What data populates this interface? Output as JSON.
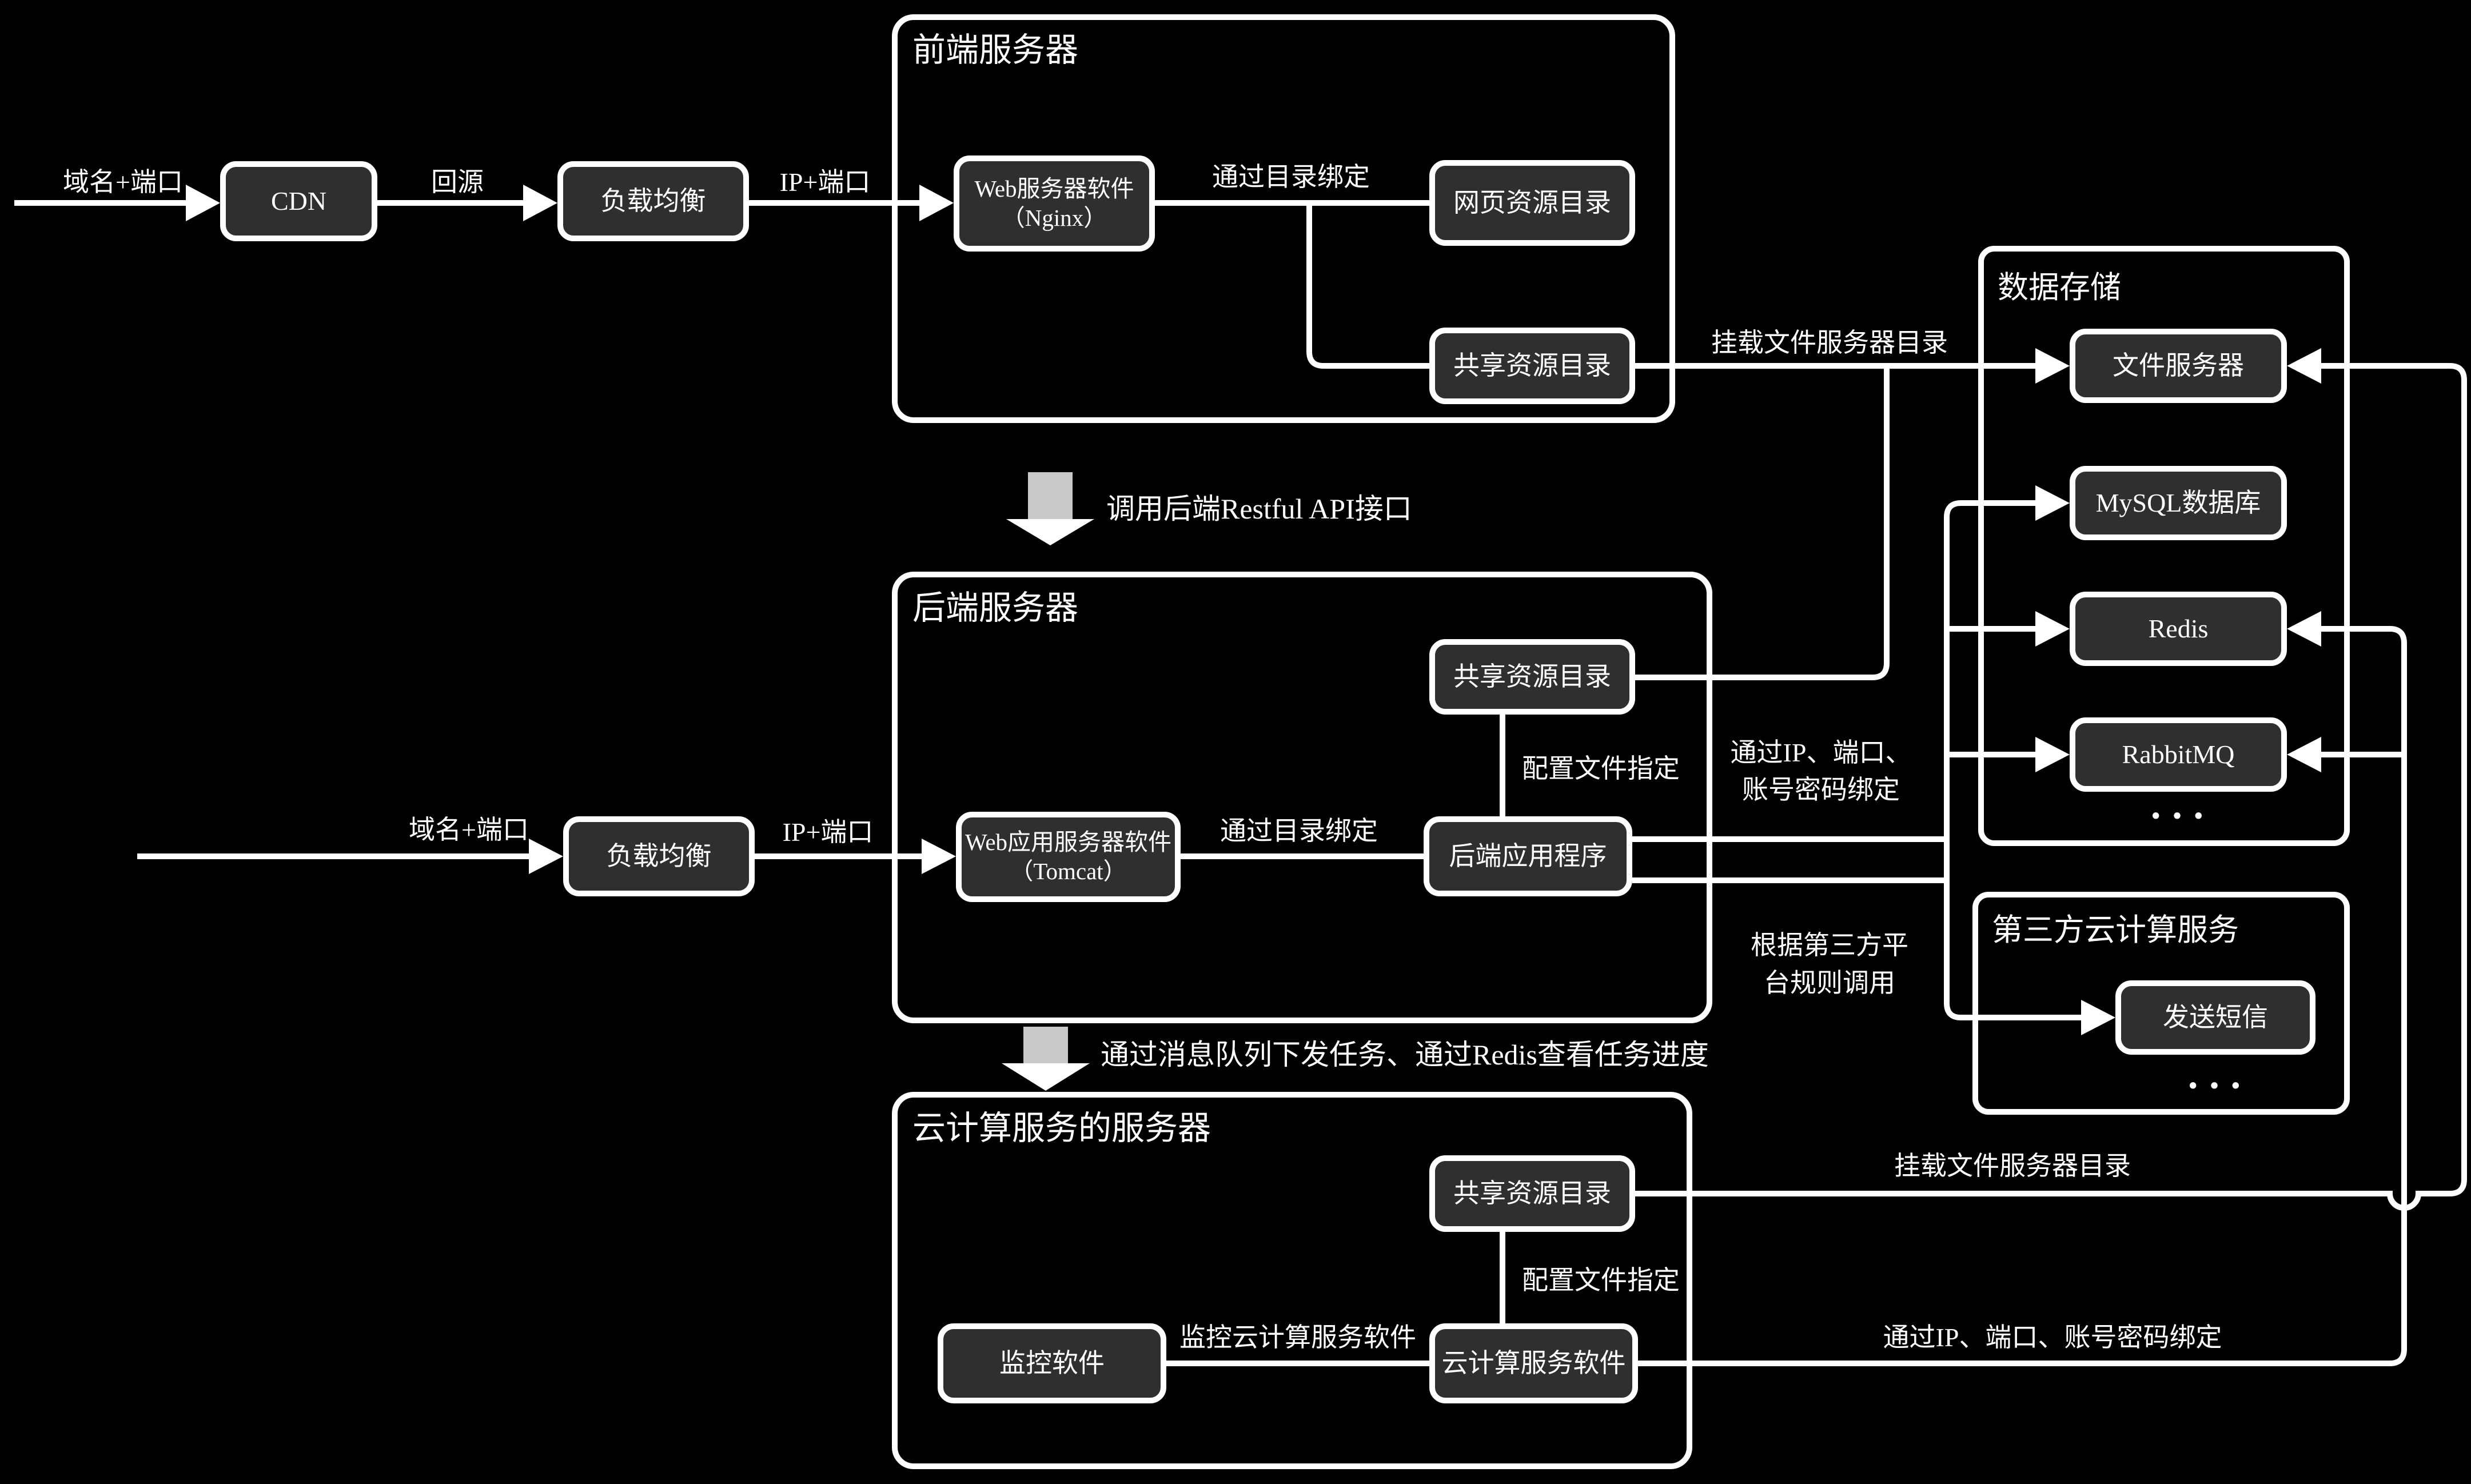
{
  "colors": {
    "background": "#000000",
    "line": "#ffffff",
    "node_fill": "#2f2f2f",
    "node_border": "#ffffff",
    "text": "#ffffff",
    "block_arrow_gray": "#c9c9c9"
  },
  "flow_top": {
    "domain_port": "域名+端口",
    "cdn": "CDN",
    "back_to_origin": "回源",
    "load_balancer": "负载均衡",
    "ip_port": "IP+端口"
  },
  "frontend": {
    "title": "前端服务器",
    "web_server_line1": "Web服务器软件",
    "web_server_line2": "（Nginx）",
    "bind_label": "通过目录绑定",
    "web_resource_dir": "网页资源目录",
    "shared_resource_dir": "共享资源目录"
  },
  "mount_label_top": "挂载文件服务器目录",
  "arrow_call_api": "调用后端Restful API接口",
  "flow_backend": {
    "domain_port": "域名+端口",
    "load_balancer": "负载均衡",
    "ip_port": "IP+端口"
  },
  "backend": {
    "title": "后端服务器",
    "shared_resource_dir": "共享资源目录",
    "config_label": "配置文件指定",
    "app_server_line1": "Web应用服务器软件",
    "app_server_line2": "（Tomcat）",
    "bind_label": "通过目录绑定",
    "app": "后端应用程序",
    "bind_ip_line1": "通过IP、端口、",
    "bind_ip_line2": "账号密码绑定",
    "rule_line1": "根据第三方平",
    "rule_line2": "台规则调用"
  },
  "datastore": {
    "title": "数据存储",
    "file_server": "文件服务器",
    "mysql": "MySQL数据库",
    "redis": "Redis",
    "rabbitmq": "RabbitMQ",
    "ellipsis": "···"
  },
  "third_party": {
    "title": "第三方云计算服务",
    "send_sms": "发送短信",
    "ellipsis": "···"
  },
  "arrow_mq": "通过消息队列下发任务、通过Redis查看任务进度",
  "cloud": {
    "title": "云计算服务的服务器",
    "shared_resource_dir": "共享资源目录",
    "config_label": "配置文件指定",
    "monitor": "监控软件",
    "monitor_label": "监控云计算服务软件",
    "software": "云计算服务软件",
    "mount_label": "挂载文件服务器目录",
    "bind_ip_label": "通过IP、端口、账号密码绑定"
  }
}
